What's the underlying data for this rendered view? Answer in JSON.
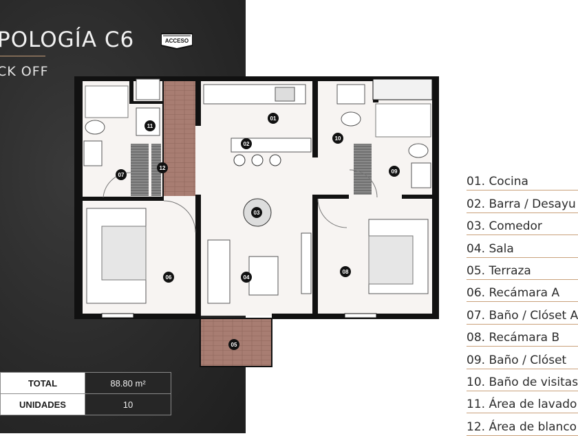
{
  "header": {
    "title": "POLOGÍA C6",
    "subtitle": "CK OFF"
  },
  "entrance_badge": "ACCESO",
  "stats": [
    {
      "label": "TOTAL",
      "value": "88.80 m²"
    },
    {
      "label": "UNIDADES",
      "value": "10"
    }
  ],
  "room_markers": [
    "01",
    "02",
    "03",
    "04",
    "05",
    "06",
    "07",
    "08",
    "09",
    "10",
    "11",
    "12"
  ],
  "legend": [
    "01. Cocina",
    "02. Barra / Desayu",
    "03. Comedor",
    "04. Sala",
    "05. Terraza",
    "06. Recámara A",
    "07. Baño / Clóset A",
    "08. Recámara B",
    "09.  Baño / Clóset",
    "10. Baño de visitas",
    "11. Área de lavado",
    "12. Área de blanco"
  ],
  "colors": {
    "panel": "#2a2a2a",
    "accent": "#c9a07a",
    "wall": "#111111",
    "floor": "#f7f4f2",
    "wood": "#a87d72"
  }
}
